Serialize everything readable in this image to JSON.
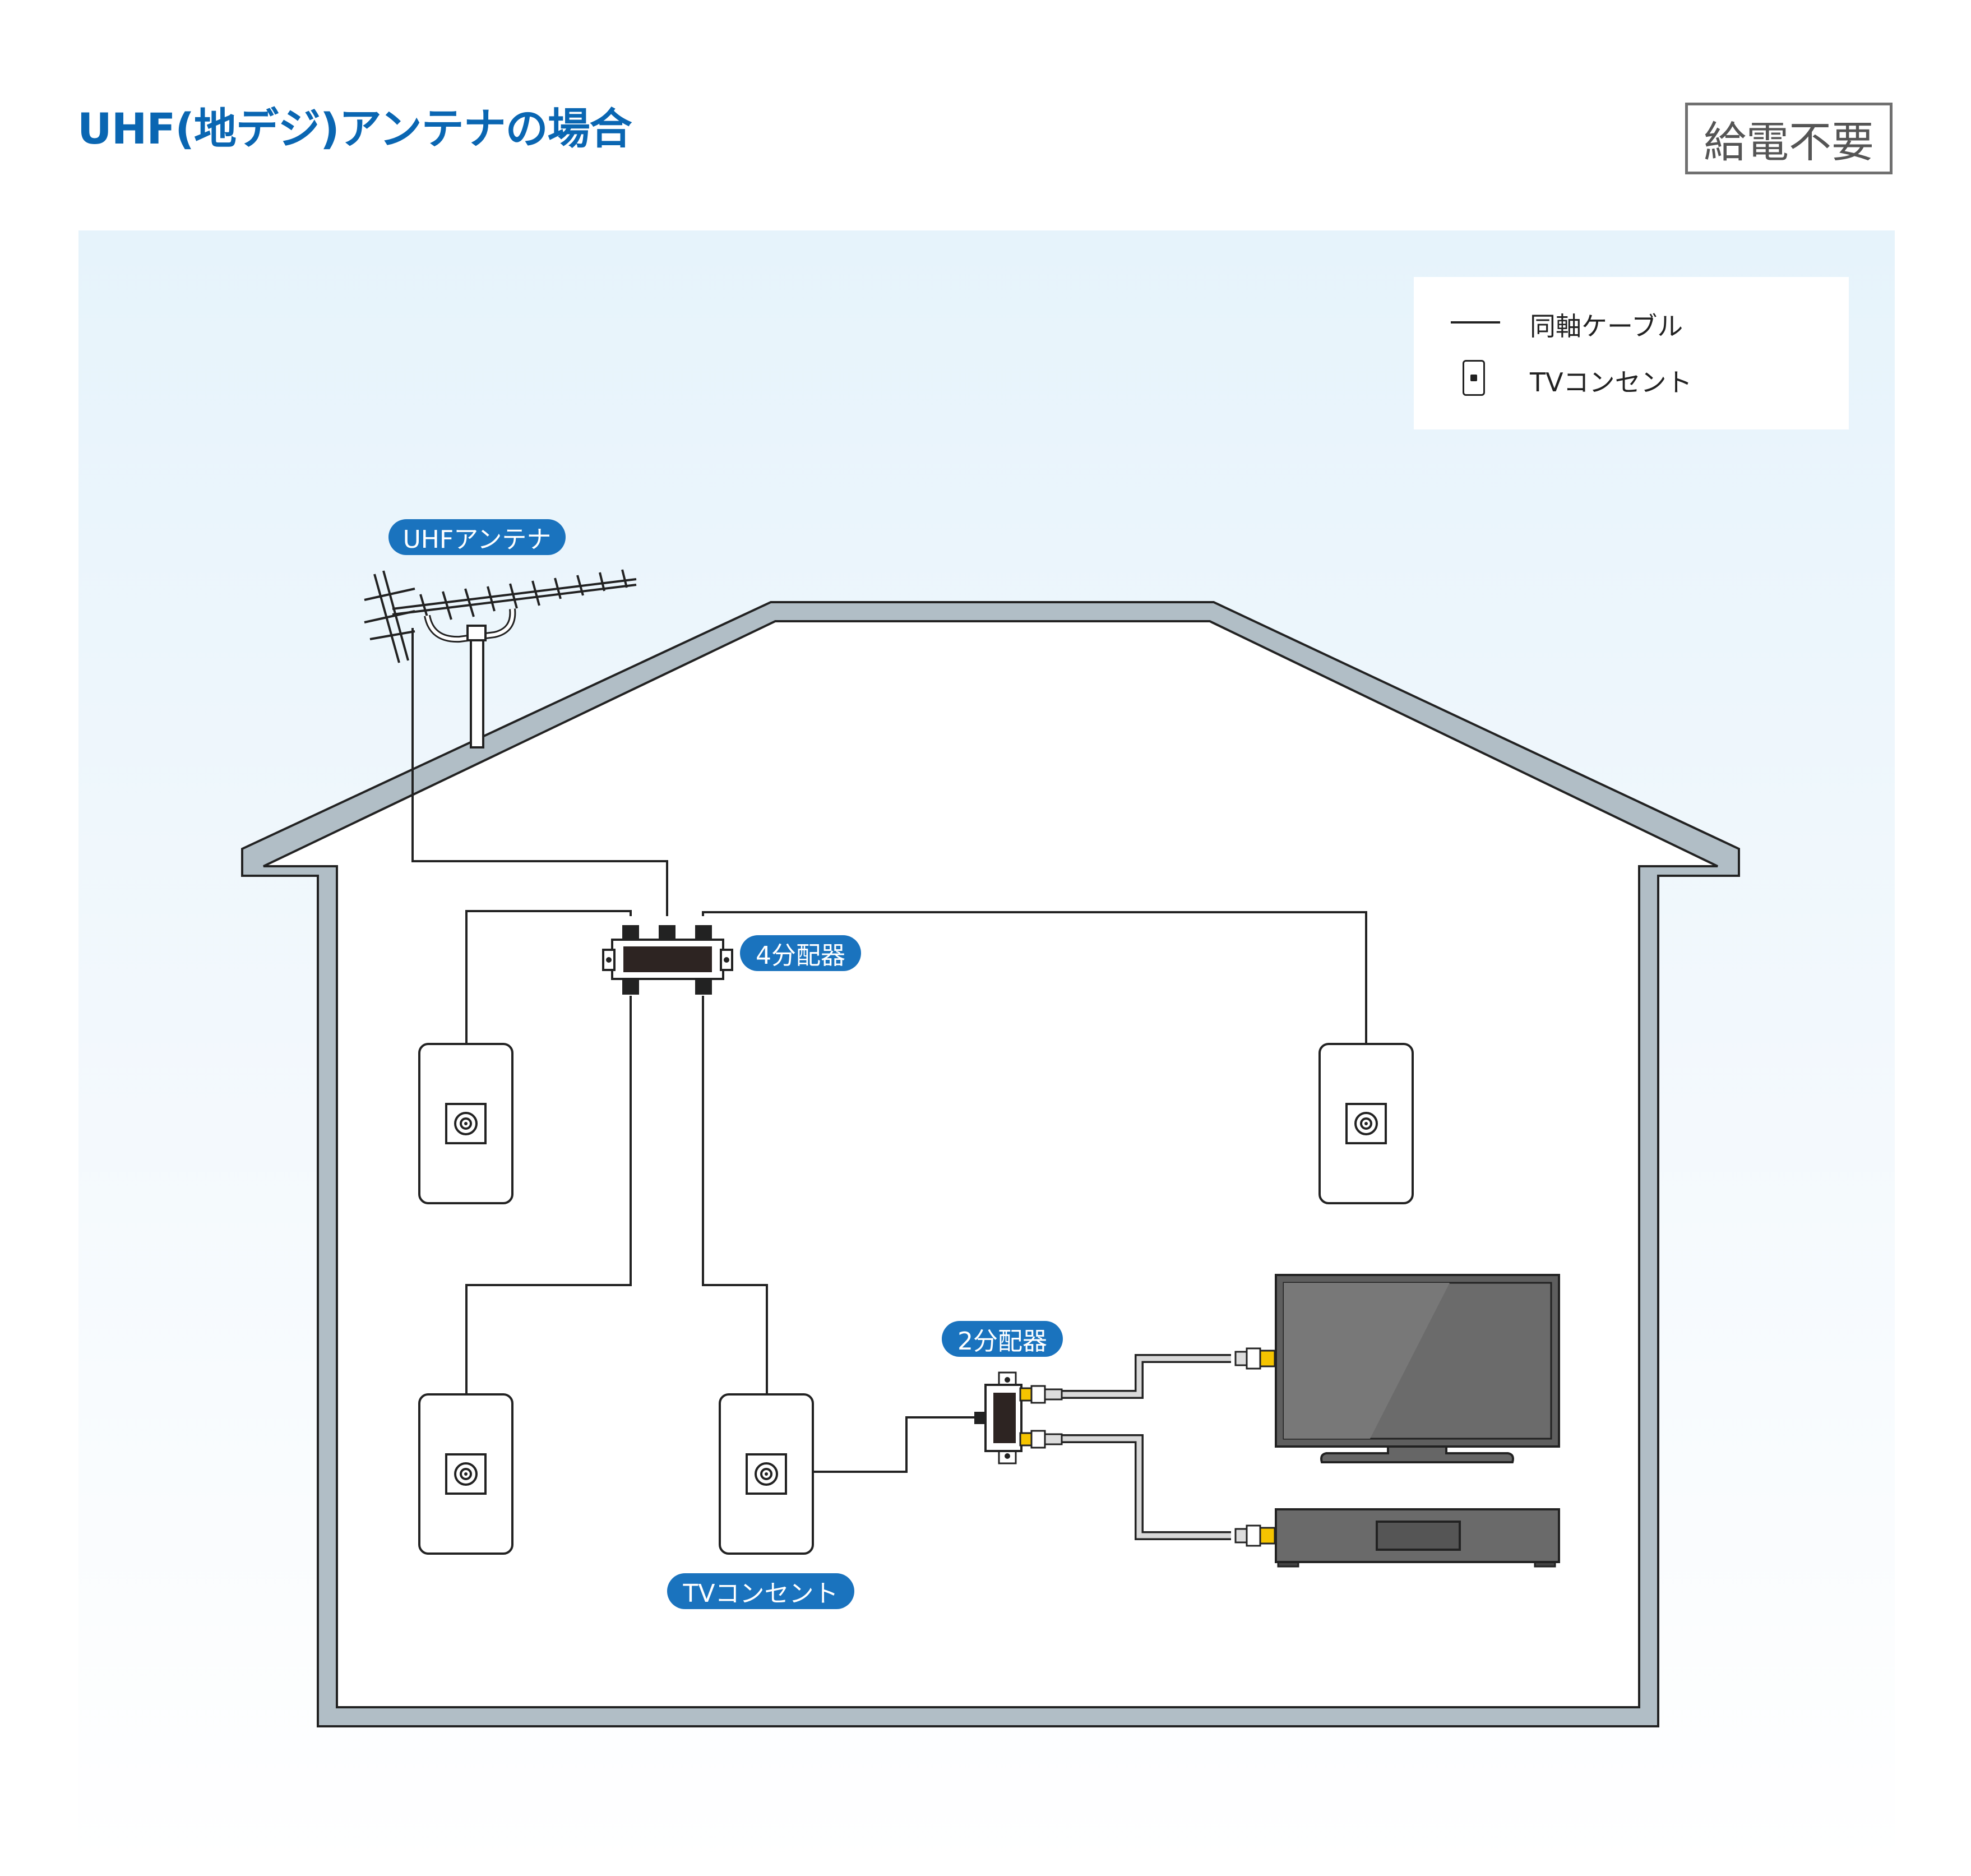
{
  "title": "UHF(地デジ)アンテナの場合",
  "badge": "給電不要",
  "legend": {
    "cable": "同軸ケーブル",
    "outlet": "TVコンセント"
  },
  "labels": {
    "antenna": "UHFアンテナ",
    "splitter4": "4分配器",
    "splitter2": "2分配器",
    "tv_outlet": "TVコンセント"
  },
  "colors": {
    "title_blue": "#0a66b2",
    "pill_blue": "#1a73be",
    "house_wall": "#b1bec6",
    "sky": "#e6f3fb",
    "connector_yellow": "#f5c400",
    "tv_screen": "#5e5e5e"
  }
}
